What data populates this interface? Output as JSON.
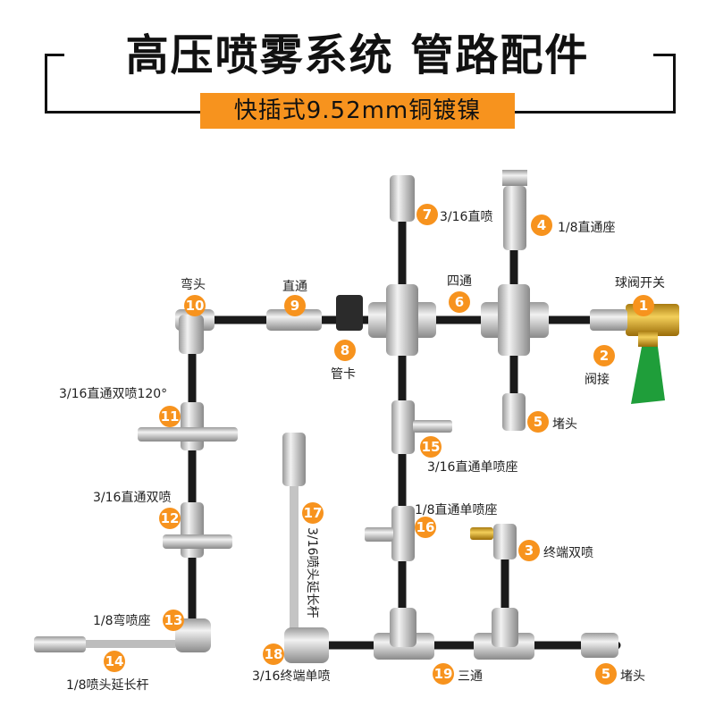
{
  "header": {
    "title": "高压喷雾系统 管路配件",
    "subtitle": "快插式9.52mm铜镀镍"
  },
  "colors": {
    "accent": "#f7931e",
    "pipe": "#1a1a1a",
    "fitting": "#c8c8c8",
    "valve": "#d4a020",
    "handle": "#1f9e3a"
  },
  "parts": [
    {
      "num": "1",
      "label": "球阀开关"
    },
    {
      "num": "2",
      "label": "阀接"
    },
    {
      "num": "4",
      "label": "1/8直通座"
    },
    {
      "num": "5",
      "label": "堵头"
    },
    {
      "num": "6",
      "label": "四通"
    },
    {
      "num": "7",
      "label": "3/16直喷"
    },
    {
      "num": "8",
      "label": "管卡"
    },
    {
      "num": "9",
      "label": "直通"
    },
    {
      "num": "10",
      "label": "弯头"
    },
    {
      "num": "11",
      "label": "3/16直通双喷120°"
    },
    {
      "num": "12",
      "label": "3/16直通双喷"
    },
    {
      "num": "13",
      "label": "1/8弯喷座"
    },
    {
      "num": "14",
      "label": "1/8喷头延长杆"
    },
    {
      "num": "15",
      "label": "3/16直通单喷座"
    },
    {
      "num": "16",
      "label": "1/8直通单喷座"
    },
    {
      "num": "3",
      "label": "终端双喷"
    },
    {
      "num": "17",
      "label": "3/16喷头延长杆"
    },
    {
      "num": "18",
      "label": "3/16终端单喷"
    },
    {
      "num": "19",
      "label": "三通"
    },
    {
      "num": "5",
      "label": "堵头"
    }
  ]
}
